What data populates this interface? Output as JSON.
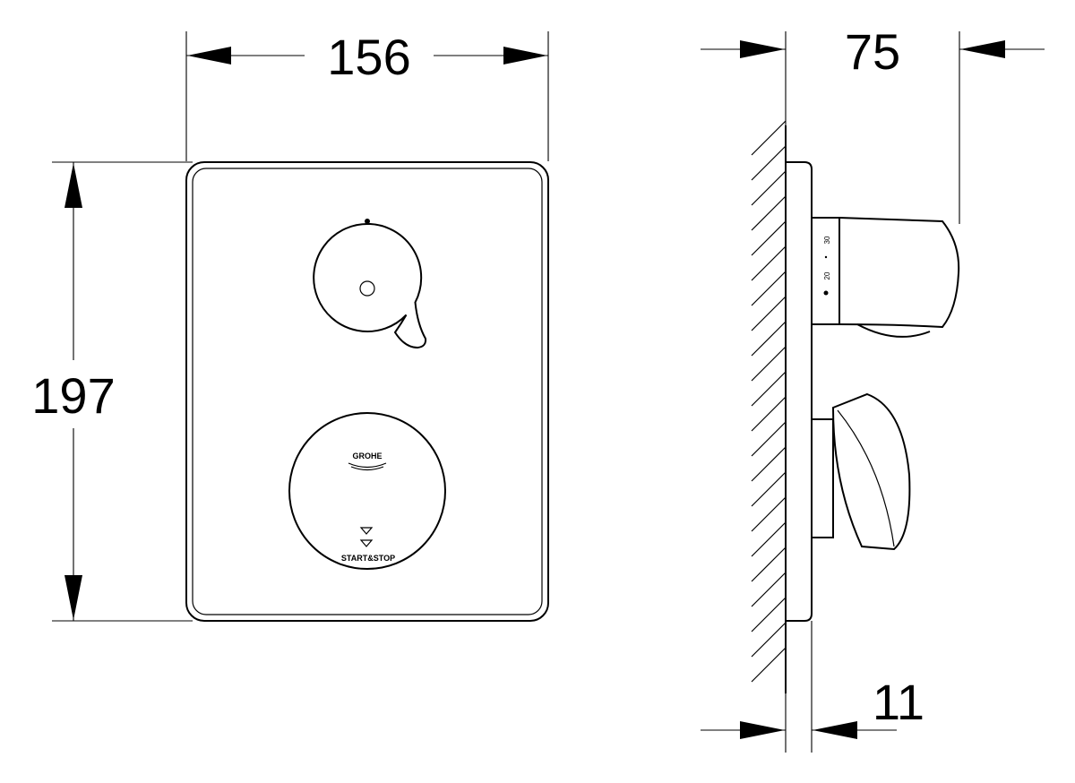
{
  "dimensions": {
    "width": "156",
    "height": "197",
    "depth": "75",
    "plate_thickness": "11"
  },
  "front_view": {
    "brand_text": "GROHE",
    "button_text": "START&STOP"
  },
  "side_view": {
    "scale_marks": [
      "30",
      "20"
    ]
  }
}
